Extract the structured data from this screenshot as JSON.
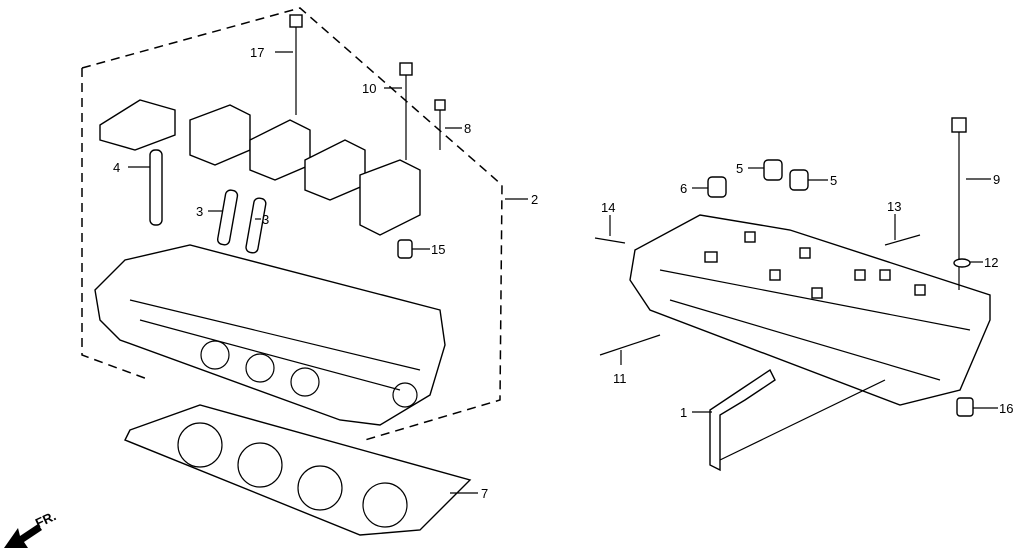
{
  "diagram": {
    "callouts": {
      "c17": "17",
      "c10": "10",
      "c8": "8",
      "c4": "4",
      "c3a": "3",
      "c3b": "3",
      "c2": "2",
      "c15": "15",
      "c7": "7",
      "c5a": "5",
      "c5b": "5",
      "c6": "6",
      "c14": "14",
      "c13": "13",
      "c9": "9",
      "c12": "12",
      "c11": "11",
      "c1": "1",
      "c16": "16"
    },
    "front_marker": "FR."
  }
}
